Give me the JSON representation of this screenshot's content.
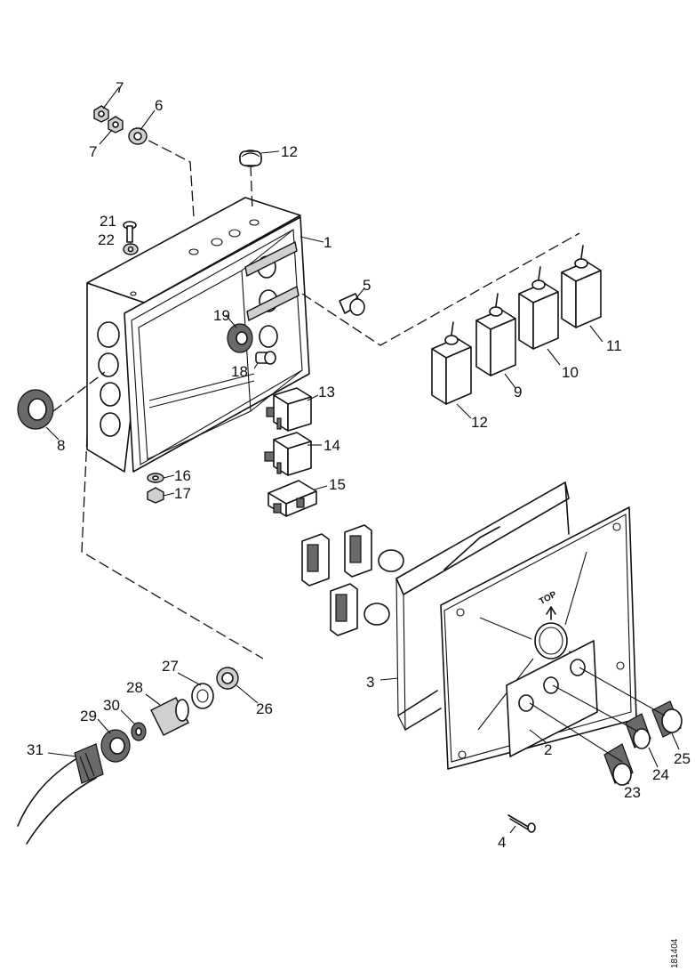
{
  "labels": {
    "p1": "1",
    "p2": "2",
    "p3": "3",
    "p4": "4",
    "p5": "5",
    "p6": "6",
    "p7a": "7",
    "p7b": "7",
    "p8": "8",
    "p9": "9",
    "p10": "10",
    "p11": "11",
    "p12a": "12",
    "p12b": "12",
    "p13": "13",
    "p14": "14",
    "p15": "15",
    "p16": "16",
    "p17": "17",
    "p18": "18",
    "p19": "19",
    "p21": "21",
    "p22": "22",
    "p23": "23",
    "p24": "24",
    "p25": "25",
    "p26": "26",
    "p27": "27",
    "p28": "28",
    "p29": "29",
    "p30": "30",
    "p31": "31"
  },
  "panel_marking": "TOP",
  "drawing_number": "181404"
}
